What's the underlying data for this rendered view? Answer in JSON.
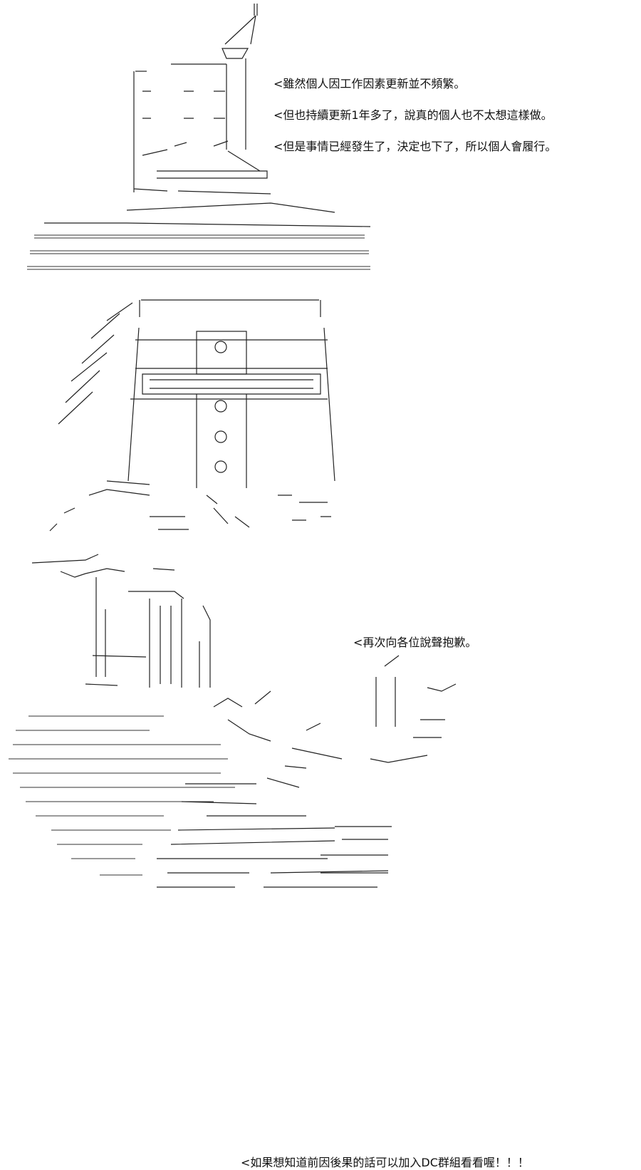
{
  "panels": [
    {
      "lines": [
        "<雖然個人因工作因素更新並不頻繁。",
        "<但也持續更新1年多了，說真的個人也不太想這樣做。",
        "<但是事情已經發生了，決定也下了，所以個人會履行。"
      ]
    },
    {
      "lines": [
        "<再次向各位說聲抱歉。"
      ]
    },
    {
      "lines": [
        "<如果想知道前因後果的話可以加入DC群組看看喔！！！"
      ]
    }
  ]
}
